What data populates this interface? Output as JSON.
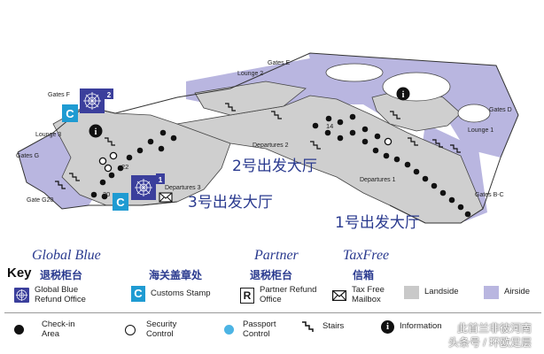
{
  "map": {
    "gates": {
      "gates_f": "Gates F",
      "gates_e": "Gates E",
      "gates_d": "Gates D",
      "gates_g": "Gates G",
      "gate_g20": "Gate G20",
      "gates_bc": "Gates B-C"
    },
    "areas": {
      "lounge_1": "Lounge 1",
      "lounge_2": "Lounge 2",
      "lounge_3": "Lounge 3",
      "departures_1": "Departures 1",
      "departures_2": "Departures 2",
      "departures_3": "Departures 3"
    },
    "numbers": {
      "n1": "1",
      "n2": "2",
      "n14": "14",
      "n22": "22",
      "n30": "30"
    },
    "halls": {
      "hall_1": "1号出发大厅",
      "hall_2": "2号出发大厅",
      "hall_3": "3号出发大厅"
    },
    "colors": {
      "airside": "#b9b6e0",
      "landside": "#c9c9c9",
      "global_blue": "#3b3f9c",
      "customs": "#1f9bd2",
      "passport": "#4cb4e4"
    }
  },
  "headers": {
    "global_blue_en": "Global Blue",
    "global_blue_zh": "退税柜台",
    "customs_zh": "海关盖章处",
    "partner_en": "Partner",
    "partner_zh": "退税柜台",
    "taxfree_en": "TaxFree",
    "taxfree_zh": "信箱"
  },
  "key": {
    "title": "Key",
    "global_blue": "Global Blue Refund Office",
    "customs_symbol": "C",
    "customs": "Customs Stamp",
    "partner_symbol": "R",
    "partner": "Partner Refund Office",
    "mailbox": "Tax Free Mailbox",
    "landside": "Landside",
    "airside": "Airside",
    "checkin": "Check-in Area",
    "security": "Security Control",
    "passport": "Passport Control",
    "stairs": "Stairs",
    "info_symbol": "i",
    "info": "Information"
  },
  "watermark": {
    "line1": "此首兰非彼河南",
    "line2": "头条号 / 环欧足层"
  }
}
